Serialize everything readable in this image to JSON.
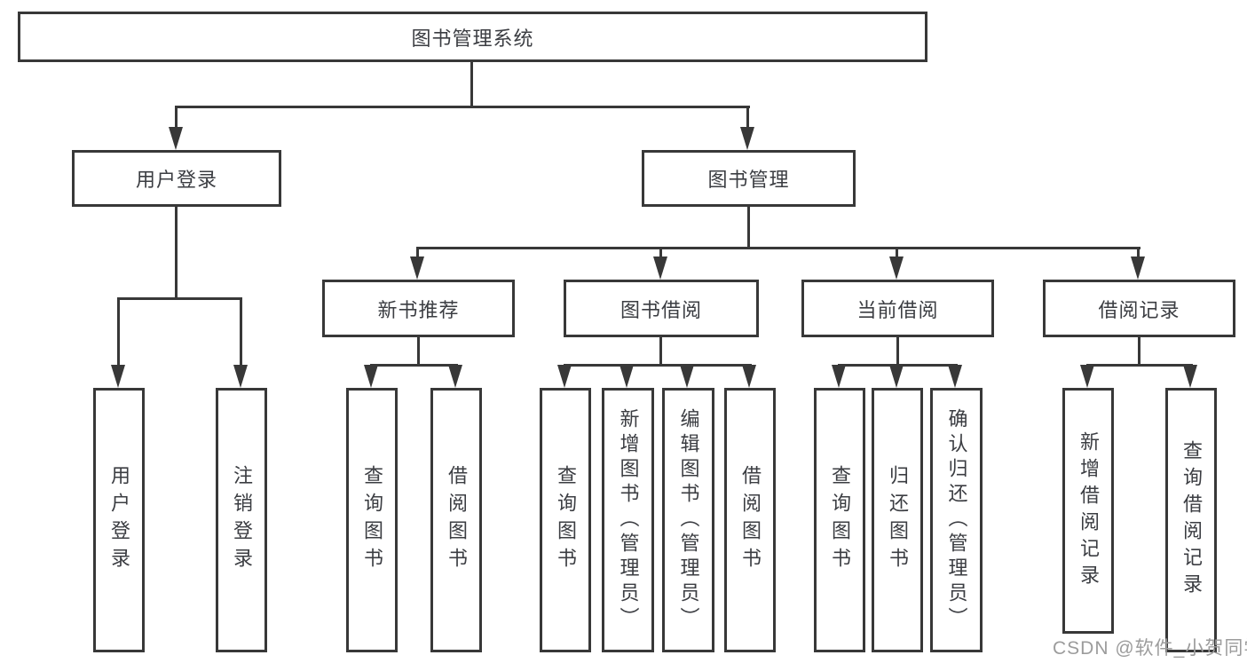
{
  "diagram_type": "tree",
  "colors": {
    "line": "#383838",
    "text": "#3b3d42",
    "background": "#ffffff",
    "watermark": "#9c9c9c"
  },
  "hierarchy": {
    "root": "图书管理系统",
    "children": [
      {
        "label": "用户登录",
        "children": [
          "用户登录",
          "注销登录"
        ]
      },
      {
        "label": "图书管理",
        "children": [
          {
            "label": "新书推荐",
            "children": [
              "查询图书",
              "借阅图书"
            ]
          },
          {
            "label": "图书借阅",
            "children": [
              "查询图书",
              "新增图书（管理员）",
              "编辑图书（管理员）",
              "借阅图书"
            ]
          },
          {
            "label": "当前借阅",
            "children": [
              "查询图书",
              "归还图书",
              "确认归还（管理员）"
            ]
          },
          {
            "label": "借阅记录",
            "children": [
              "新增借阅记录",
              "查询借阅记录"
            ]
          }
        ]
      }
    ]
  },
  "watermark": "CSDN @软件_小贺同学"
}
